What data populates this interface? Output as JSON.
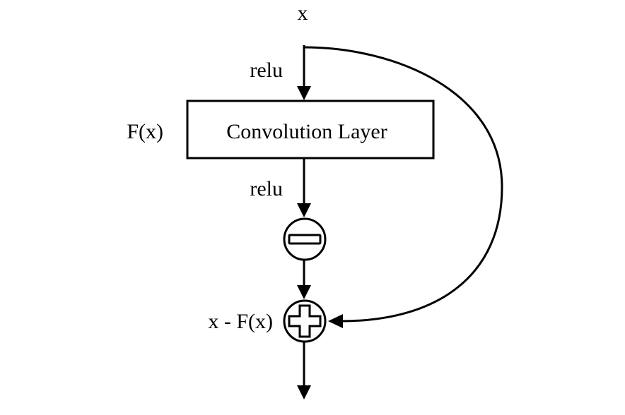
{
  "labels": {
    "input": "x",
    "relu_top": "relu",
    "fx": "F(x)",
    "conv_layer": "Convolution Layer",
    "relu_bottom": "relu",
    "result": "x - F(x)"
  },
  "colors": {
    "stroke": "#000000",
    "background": "#ffffff"
  },
  "icons": {
    "minus_node": "minus-circle-icon",
    "plus_node": "plus-circle-icon"
  }
}
